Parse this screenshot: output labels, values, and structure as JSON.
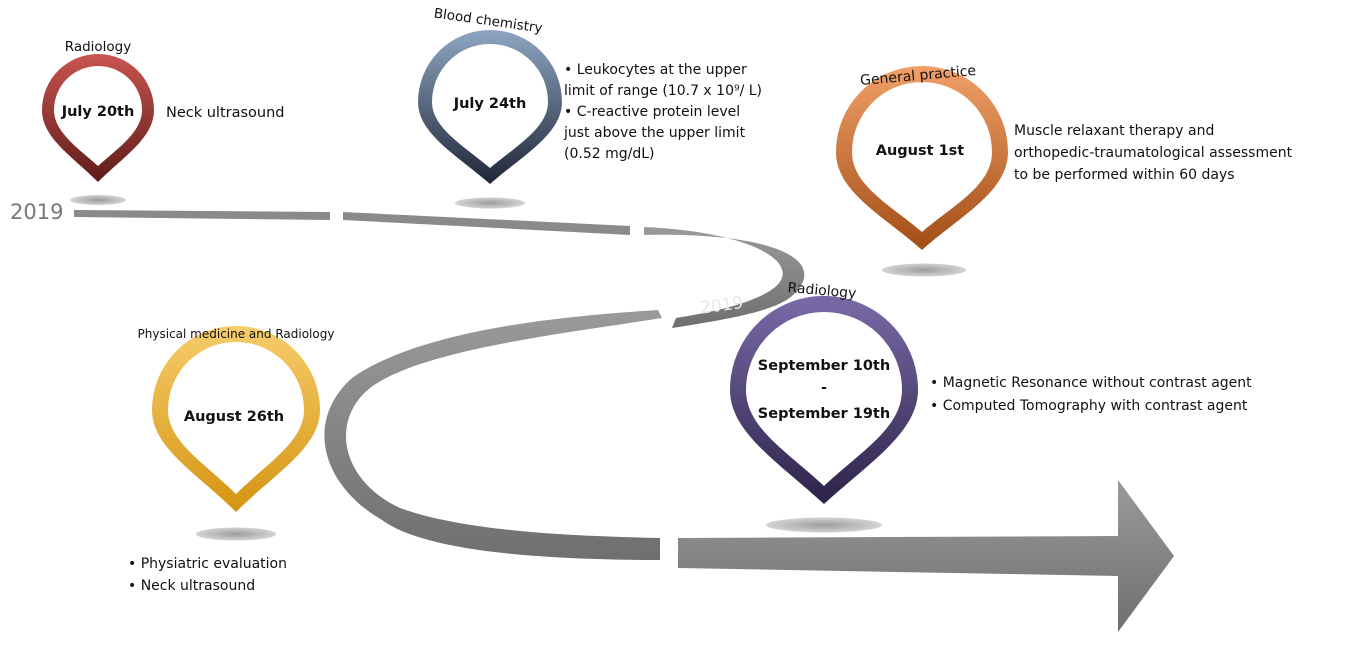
{
  "timeline": {
    "year_start": "2019",
    "year_mid": "2019"
  },
  "events": [
    {
      "id": "july20",
      "department": "Radiology",
      "date": "July 20th",
      "date_line2": "",
      "date_line3": "",
      "color": "#9b2f2c",
      "notes": [
        "Neck ultrasound"
      ]
    },
    {
      "id": "july24",
      "department": "Blood chemistry",
      "date": "July 24th",
      "date_line2": "",
      "date_line3": "",
      "color": "#6f87a3",
      "notes": [
        "• Leukocytes at the upper",
        "limit of range (10.7 x 10⁹/ L)",
        "• C-reactive protein level",
        "just above the upper limit",
        "(0.52 mg/dL)"
      ]
    },
    {
      "id": "aug1",
      "department": "General practice",
      "date": "August 1st",
      "date_line2": "",
      "date_line3": "",
      "color": "#d97a3c",
      "notes": [
        "Muscle relaxant therapy and",
        "orthopedic-traumatological assessment",
        "to be performed within 60 days"
      ]
    },
    {
      "id": "aug26",
      "department": "Physical medicine and Radiology",
      "date": "August 26th",
      "date_line2": "",
      "date_line3": "",
      "color": "#eab23f",
      "notes": [
        "• Physiatric evaluation",
        "• Neck ultrasound"
      ]
    },
    {
      "id": "sep10",
      "department": "Radiology",
      "date": "September 10th",
      "date_line2": "-",
      "date_line3": "September 19th",
      "color": "#5b4a86",
      "notes": [
        "• Magnetic Resonance without contrast agent",
        "• Computed Tomography with contrast agent"
      ]
    }
  ]
}
